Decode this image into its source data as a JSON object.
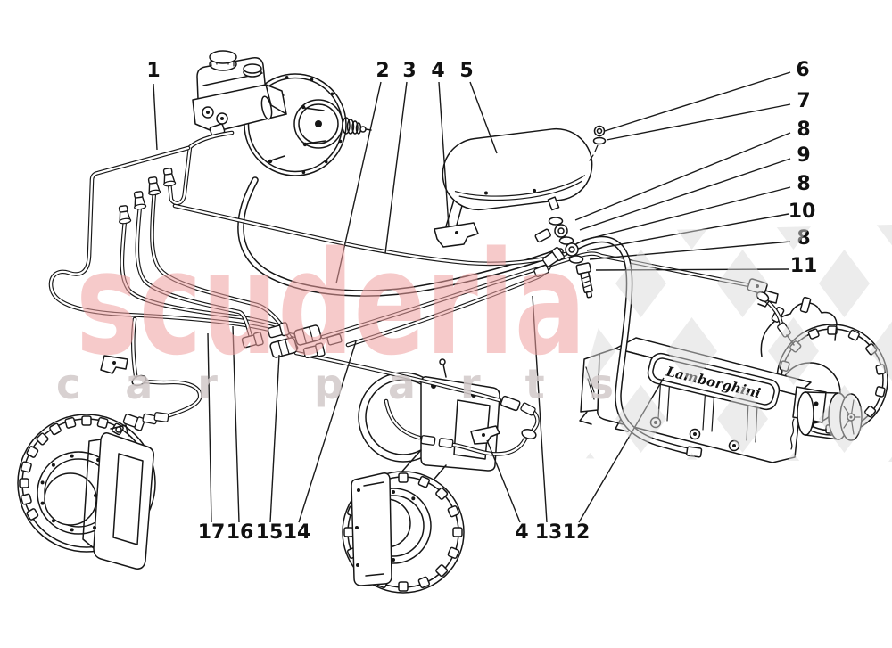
{
  "diagram": {
    "type": "parts-diagram",
    "subject": "brake-system-exploded-view",
    "line_color": "#161616",
    "background": "#ffffff",
    "callouts": [
      "1",
      "2",
      "3",
      "4",
      "5",
      "6",
      "7",
      "8",
      "9",
      "8",
      "10",
      "8",
      "11",
      "17",
      "16",
      "15",
      "14",
      "4",
      "13",
      "12"
    ]
  },
  "axle_badge": "Lamborghini",
  "watermark": {
    "brand": "scuderia",
    "sub_word1": "car",
    "sub_word2": "parts",
    "brand_color": "#ef9f9f",
    "sub_color": "#d2c9c9",
    "checker_color": "#d8d8d8"
  }
}
